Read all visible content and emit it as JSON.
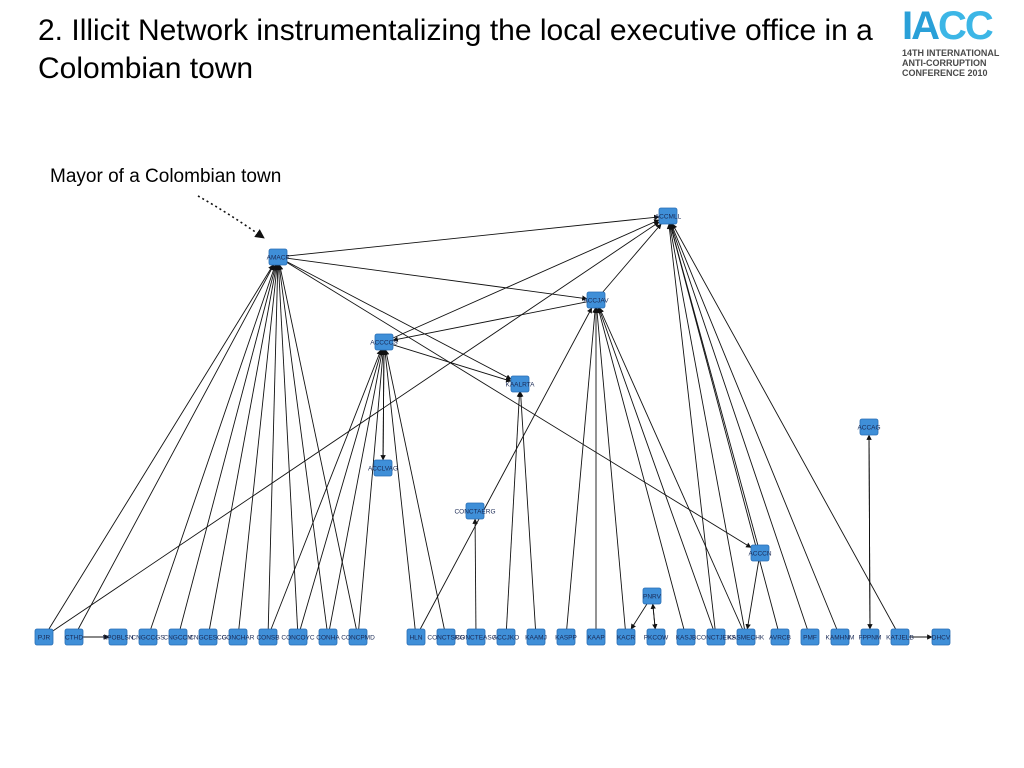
{
  "slide": {
    "title": "2. Illicit Network instrumentalizing the local executive office in a Colombian town",
    "annotation": "Mayor of a Colombian town"
  },
  "logo": {
    "mark": "IACC",
    "lines": [
      "14TH INTERNATIONAL",
      "ANTI-CORRUPTION",
      "CONFERENCE 2010"
    ]
  },
  "colors": {
    "node_fill": "#3f8fd8",
    "node_stroke": "#2a6fb5",
    "edge": "#111111",
    "logo_blue": "#2aa0d8"
  },
  "network": {
    "nodes": [
      {
        "id": "ACCMLL",
        "label": "ACCMLL"
      },
      {
        "id": "AMACF",
        "label": "AMACF"
      },
      {
        "id": "ACCJAV",
        "label": "ACCJAV"
      },
      {
        "id": "ACCCCS",
        "label": "ACCCCS"
      },
      {
        "id": "KAALRTA",
        "label": "KAALRTA"
      },
      {
        "id": "ACCAG",
        "label": "ACCAG"
      },
      {
        "id": "ACCLVAG",
        "label": "ACCLVAG"
      },
      {
        "id": "CONCTAERG",
        "label": "CONCTAERG"
      },
      {
        "id": "ACCCN",
        "label": "ACCCN"
      },
      {
        "id": "PNRV",
        "label": "PNRV"
      },
      {
        "id": "PJR",
        "label": "PJR"
      },
      {
        "id": "CTHD",
        "label": "CTHD"
      },
      {
        "id": "NPOBLSN",
        "label": "NPOBLSN"
      },
      {
        "id": "CNGCCGS",
        "label": "CNGCCGS"
      },
      {
        "id": "CNGCCM",
        "label": "CNGCCM"
      },
      {
        "id": "CNGCESCG",
        "label": "CNGCESCG"
      },
      {
        "id": "CONCHAR",
        "label": "CONCHAR"
      },
      {
        "id": "CONSB",
        "label": "CONSB"
      },
      {
        "id": "CONCOYC",
        "label": "CONCOYC"
      },
      {
        "id": "CONHA",
        "label": "CONHA"
      },
      {
        "id": "CONCPMD",
        "label": "CONCPMD"
      },
      {
        "id": "HLN",
        "label": "HLN"
      },
      {
        "id": "CONCTSRG",
        "label": "CONCTSRG"
      },
      {
        "id": "CONCTEASC",
        "label": "CONCTEASC"
      },
      {
        "id": "ACCJKO",
        "label": "ACCJKO"
      },
      {
        "id": "KAAMJ",
        "label": "KAAMJ"
      },
      {
        "id": "KASPP",
        "label": "KASPP"
      },
      {
        "id": "KAAP",
        "label": "KAAP"
      },
      {
        "id": "KACR",
        "label": "KACR"
      },
      {
        "id": "PKCOW",
        "label": "PKCOW"
      },
      {
        "id": "KASJB",
        "label": "KASJB"
      },
      {
        "id": "CONCTJEKS",
        "label": "CONCTJEKS"
      },
      {
        "id": "KASMECHK",
        "label": "KASMECHK"
      },
      {
        "id": "AVRCB",
        "label": "AVRCB"
      },
      {
        "id": "PMF",
        "label": "PMF"
      },
      {
        "id": "KAMHNM",
        "label": "KAMHNM"
      },
      {
        "id": "FPPNM",
        "label": "FPPNM"
      },
      {
        "id": "KATJELB",
        "label": "KATJELB"
      },
      {
        "id": "DHCV",
        "label": "DHCV"
      }
    ],
    "edges": [
      [
        "PJR",
        "ACCMLL"
      ],
      [
        "PJR",
        "AMACF"
      ],
      [
        "CTHD",
        "AMACF"
      ],
      [
        "CTHD",
        "NPOBLSN"
      ],
      [
        "CNGCCGS",
        "AMACF"
      ],
      [
        "CNGCCM",
        "AMACF"
      ],
      [
        "CNGCESCG",
        "AMACF"
      ],
      [
        "CONCHAR",
        "AMACF"
      ],
      [
        "CONSB",
        "AMACF"
      ],
      [
        "CONCOYC",
        "AMACF"
      ],
      [
        "CONHA",
        "AMACF"
      ],
      [
        "CONCPMD",
        "AMACF"
      ],
      [
        "CONSB",
        "ACCCCS"
      ],
      [
        "CONCOYC",
        "ACCCCS"
      ],
      [
        "CONHA",
        "ACCCCS"
      ],
      [
        "CONCPMD",
        "ACCCCS"
      ],
      [
        "HLN",
        "ACCCCS"
      ],
      [
        "HLN",
        "ACCJAV"
      ],
      [
        "CONCTSRG",
        "ACCCCS"
      ],
      [
        "CONCTEASC",
        "CONCTAERG"
      ],
      [
        "ACCJKO",
        "KAALRTA"
      ],
      [
        "KAAMJ",
        "KAALRTA"
      ],
      [
        "KASPP",
        "ACCJAV"
      ],
      [
        "KAAP",
        "ACCJAV"
      ],
      [
        "KACR",
        "ACCJAV"
      ],
      [
        "PKCOW",
        "PNRV"
      ],
      [
        "PNRV",
        "PKCOW"
      ],
      [
        "PNRV",
        "KACR"
      ],
      [
        "KASJB",
        "ACCJAV"
      ],
      [
        "CONCTJEKS",
        "ACCJAV"
      ],
      [
        "CONCTJEKS",
        "ACCMLL"
      ],
      [
        "KASMECHK",
        "ACCJAV"
      ],
      [
        "KASMECHK",
        "ACCMLL"
      ],
      [
        "ACCCN",
        "KASMECHK"
      ],
      [
        "AVRCB",
        "ACCMLL"
      ],
      [
        "PMF",
        "ACCMLL"
      ],
      [
        "KAMHNM",
        "ACCMLL"
      ],
      [
        "FPPNM",
        "ACCAG"
      ],
      [
        "ACCAG",
        "FPPNM"
      ],
      [
        "KATJELB",
        "ACCMLL"
      ],
      [
        "KATJELB",
        "DHCV"
      ],
      [
        "ACCCCS",
        "ACCLVAG"
      ],
      [
        "ACCLVAG",
        "ACCCCS"
      ],
      [
        "AMACF",
        "ACCCN"
      ],
      [
        "AMACF",
        "ACCJAV"
      ],
      [
        "AMACF",
        "KAALRTA"
      ],
      [
        "ACCCCS",
        "KAALRTA"
      ],
      [
        "ACCJAV",
        "ACCCCS"
      ],
      [
        "ACCJAV",
        "ACCMLL"
      ],
      [
        "ACCCCS",
        "ACCMLL"
      ],
      [
        "AMACF",
        "ACCMLL"
      ],
      [
        "ACCCN",
        "ACCMLL"
      ]
    ]
  }
}
